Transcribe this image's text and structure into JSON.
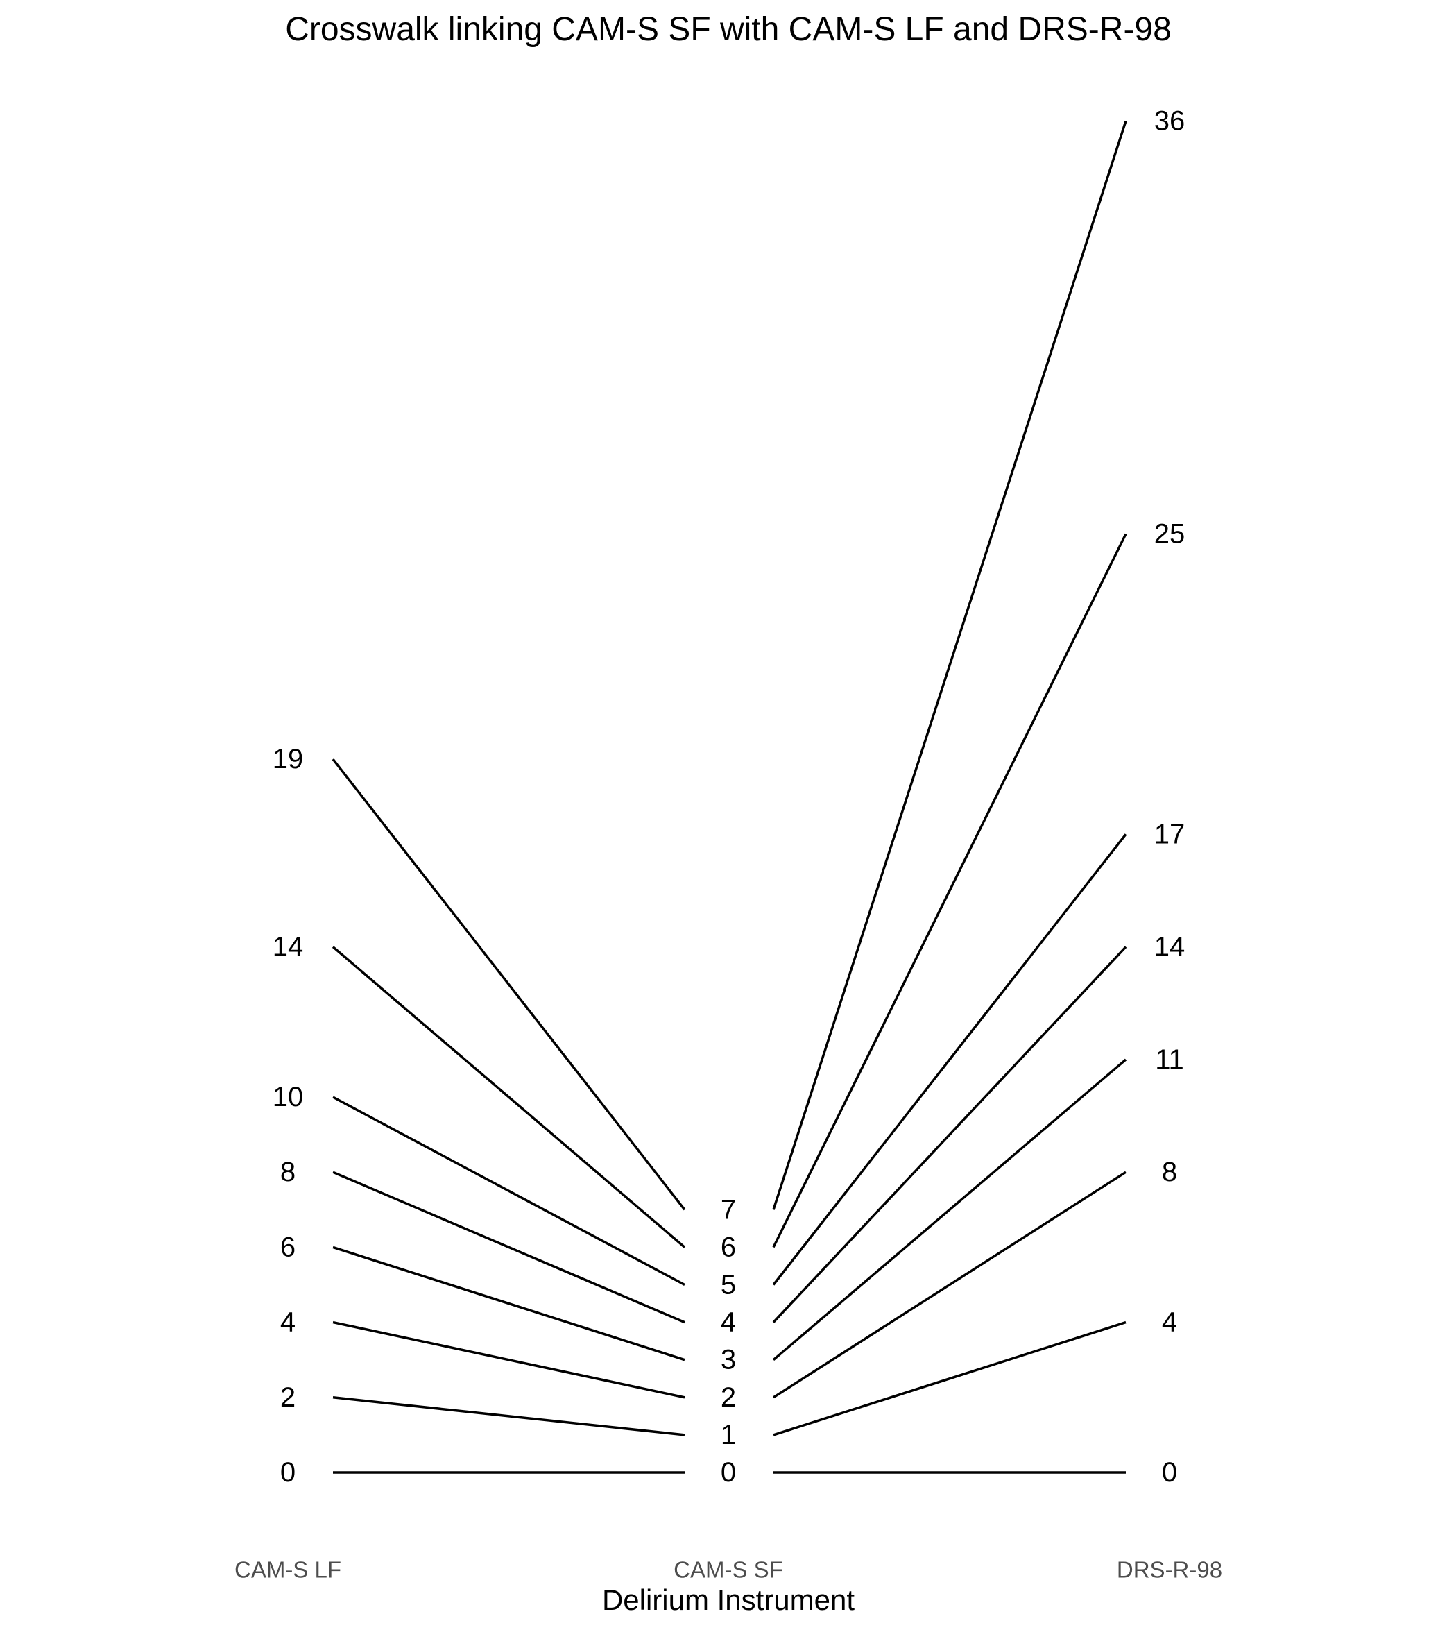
{
  "chart_data": {
    "type": "line",
    "title": "Crosswalk linking CAM-S SF with CAM-S LF and DRS-R-98",
    "xlabel": "Delirium Instrument",
    "ylabel": "",
    "categories": [
      "CAM-S LF",
      "CAM-S SF",
      "DRS-R-98"
    ],
    "ylim": [
      0,
      36
    ],
    "grid": false,
    "links": [
      {
        "cam_s_lf": 0,
        "cam_s_sf": 0,
        "drs_r_98": 0
      },
      {
        "cam_s_lf": 2,
        "cam_s_sf": 1,
        "drs_r_98": 4
      },
      {
        "cam_s_lf": 4,
        "cam_s_sf": 2,
        "drs_r_98": 8
      },
      {
        "cam_s_lf": 6,
        "cam_s_sf": 3,
        "drs_r_98": 11
      },
      {
        "cam_s_lf": 8,
        "cam_s_sf": 4,
        "drs_r_98": 14
      },
      {
        "cam_s_lf": 10,
        "cam_s_sf": 5,
        "drs_r_98": 17
      },
      {
        "cam_s_lf": 14,
        "cam_s_sf": 6,
        "drs_r_98": 25
      },
      {
        "cam_s_lf": 19,
        "cam_s_sf": 7,
        "drs_r_98": 36
      }
    ]
  }
}
